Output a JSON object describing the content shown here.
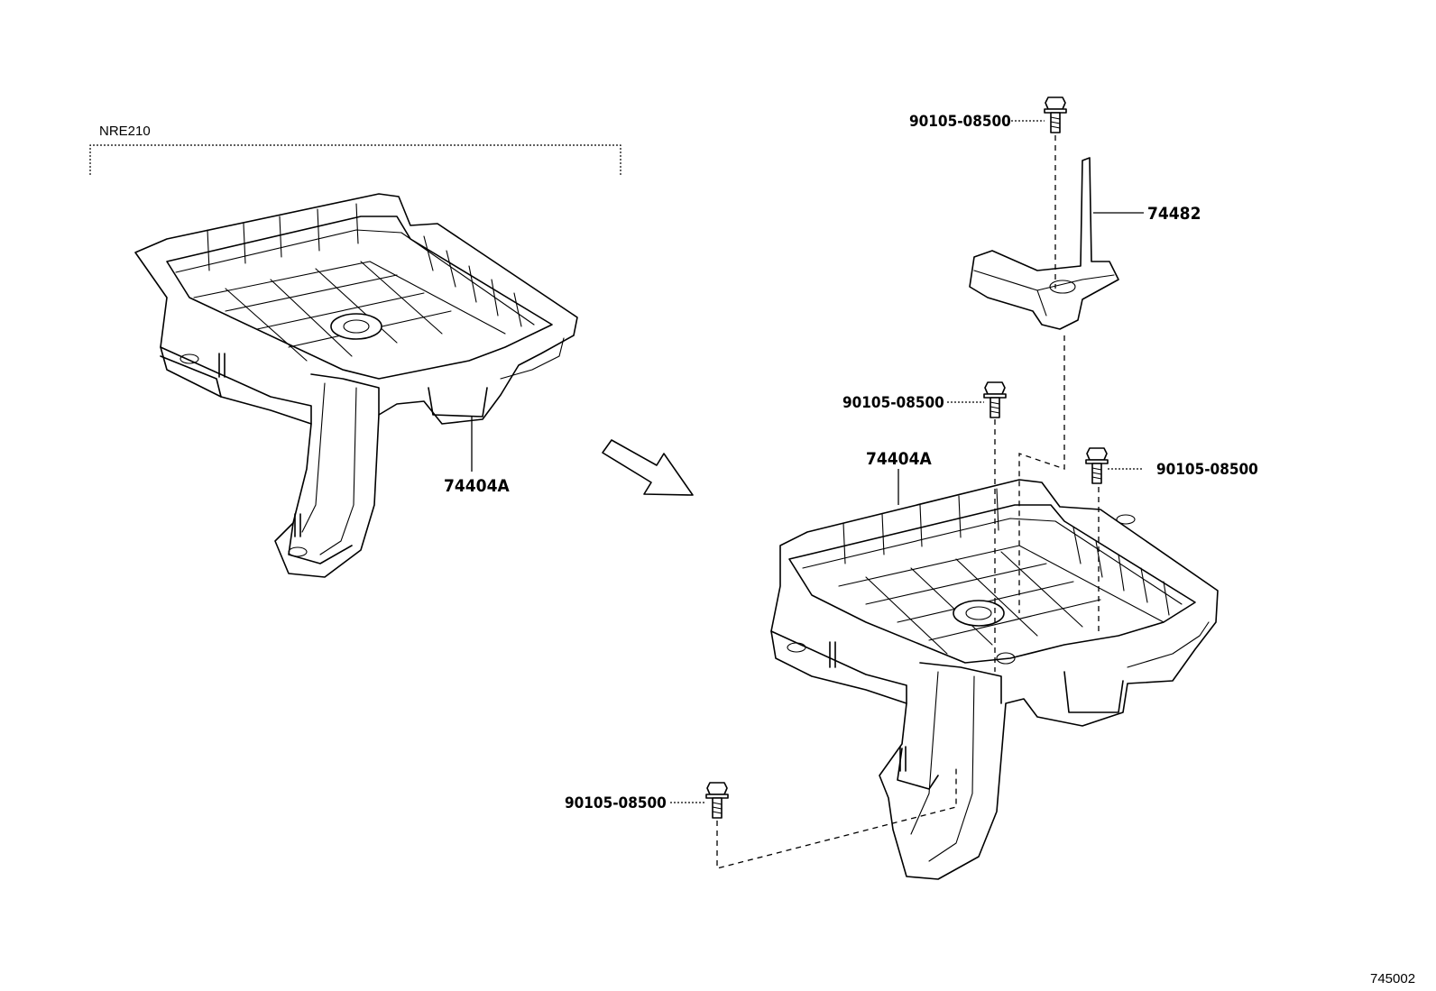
{
  "variant_label": "NRE210",
  "diagram_ref": "745002",
  "callouts": {
    "tray_left": "74404A",
    "tray_right": "74404A",
    "clamp": "74482",
    "bolt_top": "90105-08500",
    "bolt_mid_left": "90105-08500",
    "bolt_mid_right": "90105-08500",
    "bolt_bottom": "90105-08500"
  },
  "icons": {
    "arrow": "arrow-right-down-icon",
    "bolt": "flange-bolt-icon"
  }
}
